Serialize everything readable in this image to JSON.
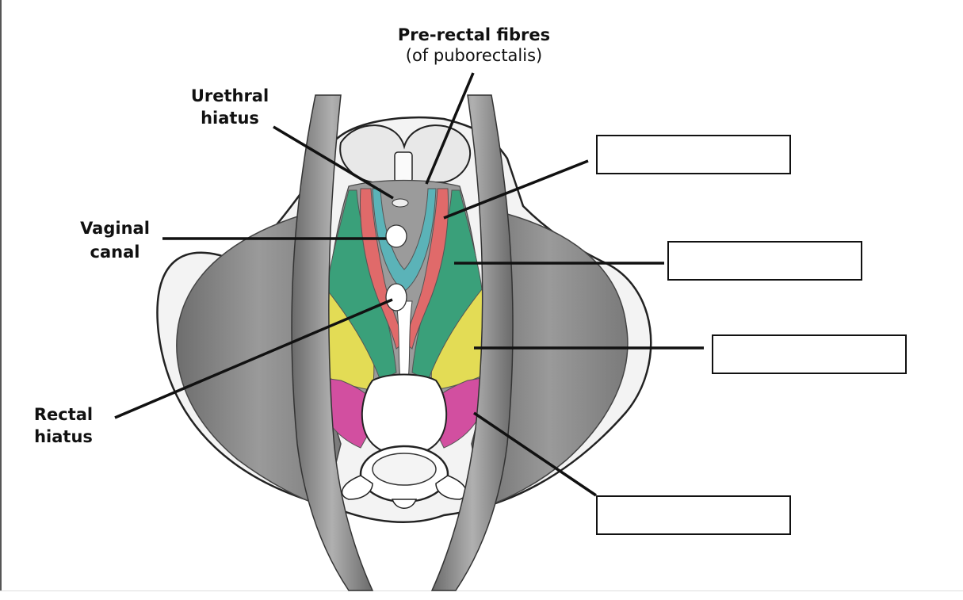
{
  "labels": {
    "prerectal_title": "Pre-rectal fibres",
    "prerectal_sub": "(of puborectalis)",
    "urethral_1": "Urethral",
    "urethral_2": "hiatus",
    "vaginal_1": "Vaginal",
    "vaginal_2": "canal",
    "rectal_1": "Rectal",
    "rectal_2": "hiatus"
  },
  "answer_boxes": [
    "",
    "",
    "",
    "",
    ""
  ],
  "colors": {
    "prerectal_fibres": "#5bb3b8",
    "puborectalis": "#e06a6a",
    "pubococcygeus": "#3aa07a",
    "iliococcygeus": "#e3dc55",
    "coccygeus": "#d24fa0",
    "muscle_grey": "#8a8a8a"
  }
}
